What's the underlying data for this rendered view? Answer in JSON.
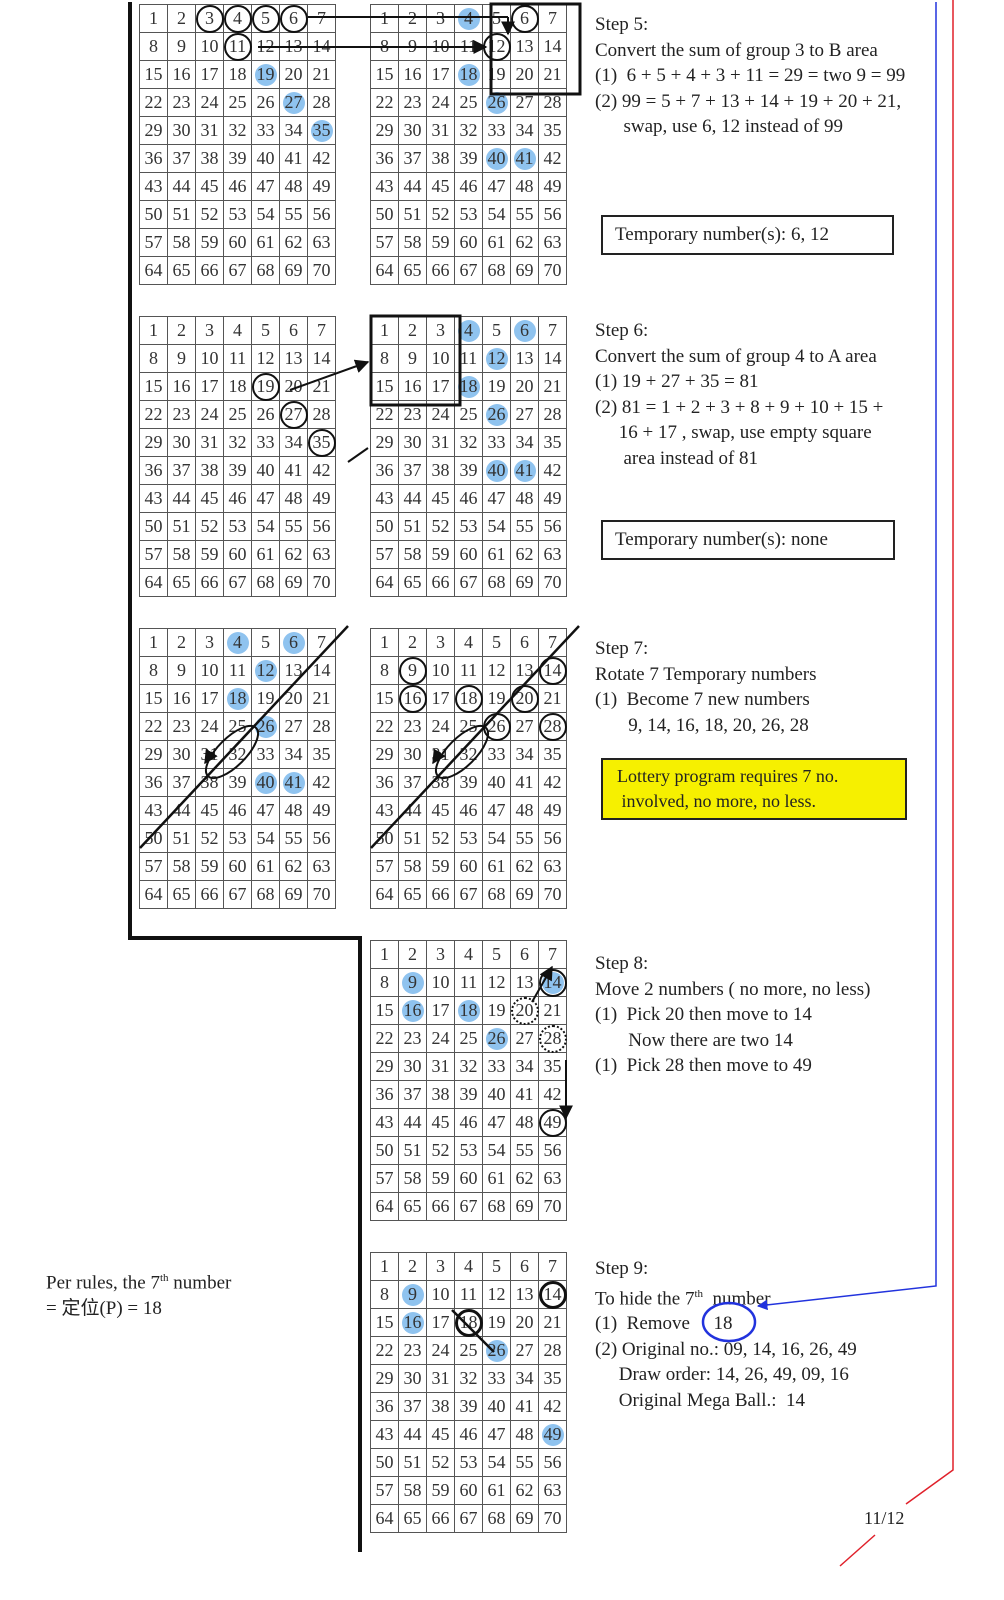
{
  "grids": [
    {
      "id": "s5-left",
      "hl": [
        19,
        27,
        35
      ],
      "circ": [
        3,
        4,
        5,
        6,
        11
      ],
      "dotted": [],
      "thick": []
    },
    {
      "id": "s5-right",
      "hl": [
        4,
        18,
        26,
        40,
        41
      ],
      "circ": [
        6,
        12
      ],
      "dotted": [],
      "thick": []
    },
    {
      "id": "s6-left",
      "hl": [],
      "circ": [
        19,
        27,
        35
      ],
      "dotted": [],
      "thick": []
    },
    {
      "id": "s6-right",
      "hl": [
        4,
        6,
        12,
        18,
        26,
        40,
        41
      ],
      "circ": [],
      "dotted": [],
      "thick": []
    },
    {
      "id": "s7-left",
      "hl": [
        4,
        6,
        12,
        18,
        26,
        40,
        41
      ],
      "circ": [],
      "dotted": [],
      "thick": []
    },
    {
      "id": "s7-right",
      "hl": [],
      "circ": [
        9,
        14,
        16,
        18,
        20,
        26,
        28
      ],
      "dotted": [],
      "thick": []
    },
    {
      "id": "s8",
      "hl": [
        9,
        14,
        16,
        18,
        26
      ],
      "circ": [
        14,
        49
      ],
      "dotted": [
        20,
        28
      ],
      "thick": []
    },
    {
      "id": "s9",
      "hl": [
        9,
        16,
        26,
        49
      ],
      "circ": [],
      "dotted": [],
      "thick": [
        14,
        18
      ]
    }
  ],
  "steps": {
    "s5": {
      "title": "Step 5:",
      "lines": [
        "Convert the sum of group 3 to B area",
        "(1)  6 + 5 + 4 + 3 + 11 = 29 = two 9 = 99",
        "(2) 99 = 5 + 7 + 13 + 14 + 19 + 20 + 21,",
        "      swap, use 6, 12 instead of 99"
      ],
      "temp": "Temporary number(s):  6, 12"
    },
    "s6": {
      "title": "Step 6:",
      "lines": [
        "Convert the sum of group 4 to A area",
        "(1) 19 + 27 + 35 = 81",
        "(2) 81 = 1 + 2 + 3 + 8 + 9 + 10 + 15 +",
        "     16 + 17 , swap, use empty square",
        "      area instead of 81"
      ],
      "temp": "Temporary number(s):  none"
    },
    "s7": {
      "title": "Step 7:",
      "lines": [
        "Rotate 7 Temporary numbers",
        "(1)  Become 7 new numbers",
        "       9, 14, 16, 18, 20, 26, 28"
      ],
      "note": [
        "Lottery program requires 7 no.",
        " involved, no more, no less."
      ]
    },
    "s8": {
      "title": "Step 8:",
      "lines": [
        "Move 2 numbers ( no more, no less)",
        "(1)  Pick 20 then move to 14",
        "       Now there are two 14",
        "(1)  Pick 28 then move to 49"
      ]
    },
    "s9": {
      "title": "Step 9:",
      "line1_pre": "To hide the 7",
      "line1_sup": "th",
      "line1_post": "  number",
      "remove_label": "(1)  Remove",
      "remove_value": "18",
      "lines": [
        "(2) Original no.: 09, 14, 16, 26, 49",
        "     Draw order: 14, 26, 49, 09, 16",
        "     Original Mega Ball.:  14"
      ]
    }
  },
  "sidenote": {
    "pre": "Per rules, the 7",
    "sup": "th",
    "post": "  number",
    "line2": "= 定位(P) =  18"
  },
  "page_number": "11/12",
  "colors": {
    "highlight": "#8fc3ef",
    "note_bg": "#f6f000",
    "blue_arrow": "#2233dd",
    "red_line": "#e0202a"
  }
}
